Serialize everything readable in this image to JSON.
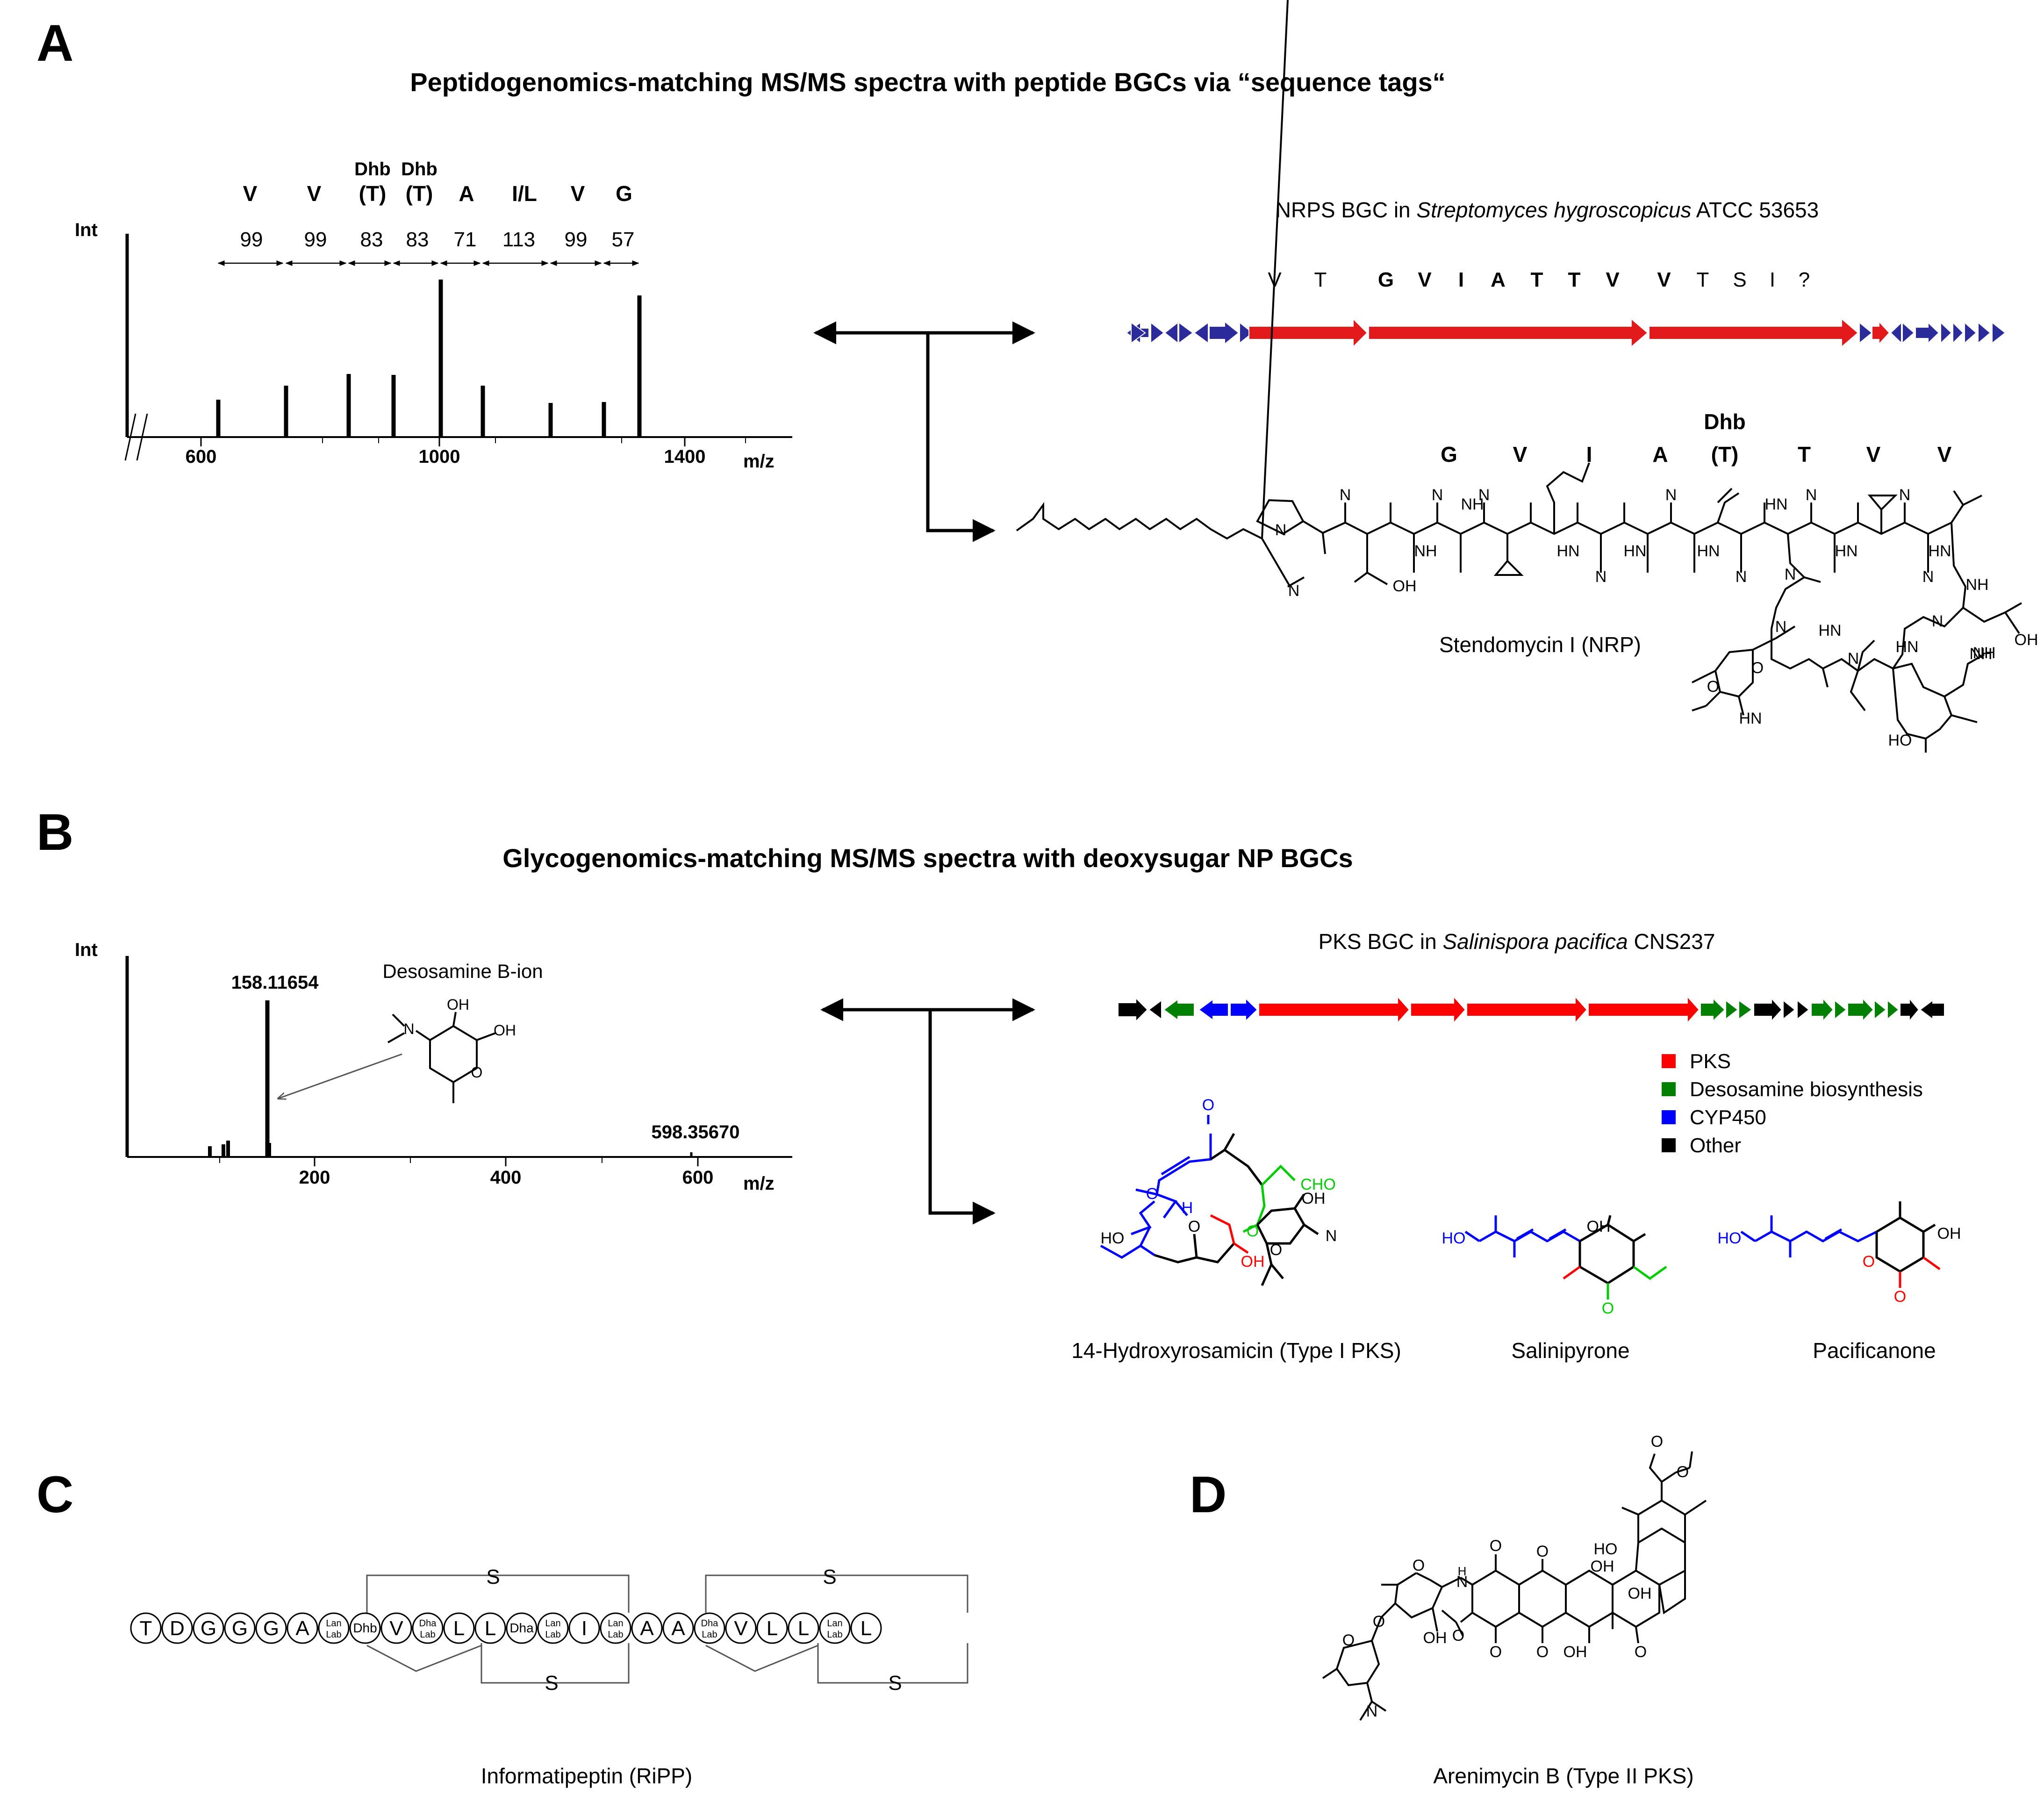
{
  "panels": {
    "A": {
      "letter": "A",
      "title": "Peptidogenomics-matching MS/MS spectra with peptide BGCs via “sequence tags“",
      "spectrum": {
        "ylabel": "Int",
        "xlabel": "m/z",
        "ticks": [
          "600",
          "1000",
          "1400"
        ],
        "tag_letters": [
          "V",
          "V",
          "(T)",
          "(T)",
          "A",
          "I/L",
          "V",
          "G"
        ],
        "tag_superscripts": [
          "Dhb",
          "Dhb"
        ],
        "mass_gaps": [
          "99",
          "99",
          "83",
          "83",
          "71",
          "113",
          "99",
          "57"
        ]
      },
      "bgc_caption_pre": "NRPS BGC in ",
      "bgc_caption_species": "Streptomyces hygroscopicus",
      "bgc_caption_post": " ATCC 53653",
      "bgc_residues": [
        "V",
        "T",
        "G",
        "V",
        "I",
        "A",
        "T",
        "T",
        "V",
        "V",
        "T",
        "S",
        "I",
        "?"
      ],
      "structure_residues": [
        "G",
        "V",
        "I",
        "A",
        "(T)",
        "T",
        "V",
        "V"
      ],
      "structure_superscript": "Dhb",
      "compound": "Stendomycin I (NRP)",
      "atoms": [
        "N",
        "O",
        "NH",
        "HN",
        "OH",
        "HO"
      ]
    },
    "B": {
      "letter": "B",
      "title": "Glycogenomics-matching MS/MS spectra with deoxysugar NP BGCs",
      "spectrum": {
        "ylabel": "Int",
        "xlabel": "m/z",
        "ticks": [
          "200",
          "400",
          "600"
        ],
        "peak1_label": "158.11654",
        "peak2_label": "598.35670",
        "ion_label": "Desosamine B-ion"
      },
      "bgc_caption_pre": "PKS BGC in ",
      "bgc_caption_species": "Salinispora pacifica",
      "bgc_caption_post": " CNS237",
      "legend": [
        {
          "label": "PKS",
          "color": "#ff0000"
        },
        {
          "label": "Desosamine biosynthesis",
          "color": "#008000"
        },
        {
          "label": "CYP450",
          "color": "#0000ff"
        },
        {
          "label": "Other",
          "color": "#000000"
        }
      ],
      "compounds": [
        "14-Hydroxyrosamicin (Type I PKS)",
        "Salinipyrone",
        "Pacificanone"
      ],
      "atoms": [
        "O",
        "H",
        "CHO",
        "OH",
        "HO",
        "N"
      ]
    },
    "C": {
      "letter": "C",
      "peptide_a": [
        "T",
        "D",
        "G",
        "G",
        "G",
        "A",
        "Lan Lab",
        "Dhb",
        "V",
        "Dha Lab",
        "L",
        "L",
        "Dha",
        "Lan Lab"
      ],
      "peptide_mid": "I",
      "peptide_b": [
        "Lan Lab",
        "A",
        "A",
        "Dha Lab",
        "V",
        "L",
        "L",
        "Lan Lab",
        "L"
      ],
      "bridge": "S",
      "compound": "Informatipeptin (RiPP)"
    },
    "D": {
      "letter": "D",
      "compound": "Arenimycin B (Type II PKS)",
      "atoms": [
        "O",
        "OH",
        "HO",
        "N",
        "H"
      ]
    }
  },
  "colors": {
    "red": "#ff0000",
    "green": "#008000",
    "lime": "#00cc00",
    "blue": "#2b2b9c",
    "chem_blue": "#0000ff",
    "black": "#000000"
  }
}
